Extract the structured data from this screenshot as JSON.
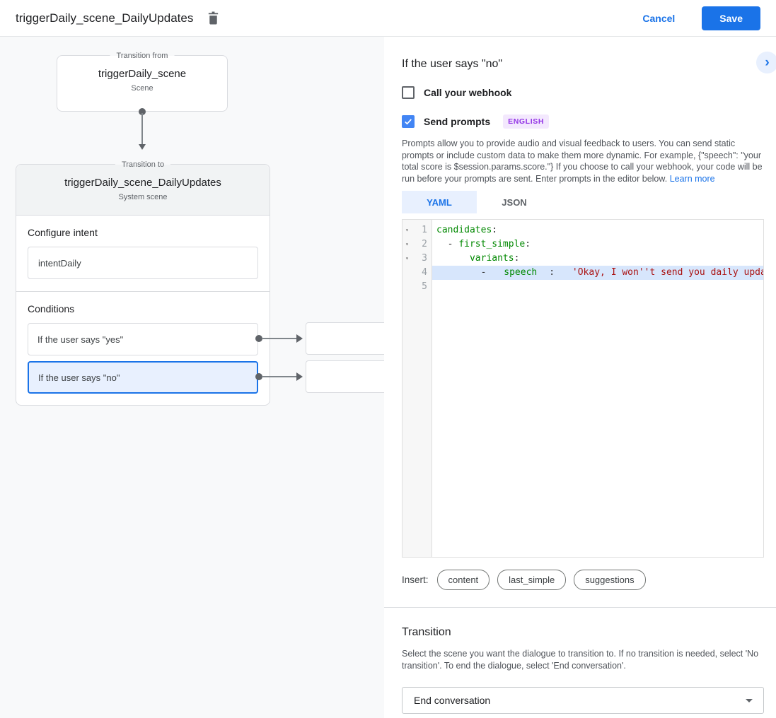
{
  "header": {
    "title": "triggerDaily_scene_DailyUpdates",
    "cancel_label": "Cancel",
    "save_label": "Save"
  },
  "canvas": {
    "transition_from": {
      "legend": "Transition from",
      "title": "triggerDaily_scene",
      "subtitle": "Scene"
    },
    "transition_to": {
      "legend": "Transition to",
      "title": "triggerDaily_scene_DailyUpdates",
      "subtitle": "System scene",
      "configure_intent": {
        "label": "Configure intent",
        "value": "intentDaily"
      },
      "conditions": {
        "label": "Conditions",
        "items": [
          {
            "label": "If the user says \"yes\"",
            "selected": false
          },
          {
            "label": "If the user says \"no\"",
            "selected": true
          }
        ]
      }
    }
  },
  "panel": {
    "heading": "If the user says \"no\"",
    "collapse_icon": "chevron-right",
    "webhook_checkbox": {
      "label": "Call your webhook",
      "checked": false
    },
    "prompts_checkbox": {
      "label": "Send prompts",
      "checked": true,
      "badge": "ENGLISH"
    },
    "description": "Prompts allow you to provide audio and visual feedback to users. You can send static prompts or include custom data to make them more dynamic. For example, {\"speech\": \"your total score is $session.params.score.\"} If you choose to call your webhook, your code will be run before your prompts are sent. Enter prompts in the editor below.",
    "learn_more": "Learn more",
    "tabs": [
      {
        "label": "YAML",
        "active": true
      },
      {
        "label": "JSON",
        "active": false
      }
    ],
    "editor": {
      "lines": [
        {
          "number": "1",
          "fold": true,
          "highlight": false,
          "tokens": [
            {
              "t": "key",
              "v": "candidates"
            },
            {
              "t": "plain",
              "v": ":"
            }
          ]
        },
        {
          "number": "2",
          "fold": true,
          "highlight": false,
          "tokens": [
            {
              "t": "plain",
              "v": "  - "
            },
            {
              "t": "key",
              "v": "first_simple"
            },
            {
              "t": "plain",
              "v": ":"
            }
          ]
        },
        {
          "number": "3",
          "fold": true,
          "highlight": false,
          "tokens": [
            {
              "t": "plain",
              "v": "      "
            },
            {
              "t": "key",
              "v": "variants"
            },
            {
              "t": "plain",
              "v": ":"
            }
          ]
        },
        {
          "number": "4",
          "fold": false,
          "highlight": true,
          "tokens": [
            {
              "t": "plain",
              "v": "        - "
            },
            {
              "t": "key",
              "v": "speech"
            },
            {
              "t": "plain",
              "v": ": "
            },
            {
              "t": "string",
              "v": "'Okay, I won''t send you daily updates"
            }
          ]
        },
        {
          "number": "5",
          "fold": false,
          "highlight": false,
          "tokens": []
        }
      ]
    },
    "insert": {
      "label": "Insert:",
      "chips": [
        "content",
        "last_simple",
        "suggestions"
      ]
    },
    "transition": {
      "heading": "Transition",
      "description": "Select the scene you want the dialogue to transition to. If no transition is needed, select 'No transition'. To end the dialogue, select 'End conversation'.",
      "select_value": "End conversation"
    }
  },
  "colors": {
    "accent": "#1a73e8",
    "selected_condition_bg": "#e8f0fe",
    "active_tab_bg": "#e8f0fe",
    "badge_bg": "#f3e8fd",
    "badge_text": "#9334e6",
    "checkbox_checked": "#4285f4",
    "code_key": "#008800",
    "code_string": "#aa1111",
    "active_line_bg": "#d7e6fc"
  }
}
